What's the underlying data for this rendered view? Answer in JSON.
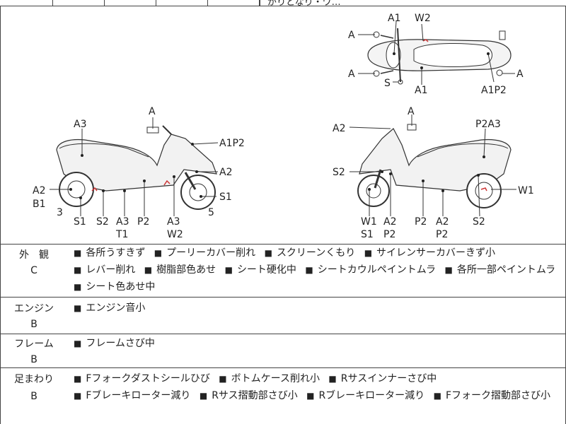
{
  "header_fragment": "がりとなり・ワ…",
  "diagram": {
    "top_view": {
      "labels": [
        "A1",
        "W2",
        "A",
        "A",
        "S",
        "A1",
        "A1P2",
        "A"
      ]
    },
    "left_view": {
      "labels": [
        "A3",
        "A",
        "A1P2",
        "A2",
        "S1",
        "A2",
        "B1",
        "3",
        "S1",
        "S2",
        "A3",
        "T1",
        "P2",
        "A3",
        "W2",
        "5"
      ]
    },
    "right_view": {
      "labels": [
        "A",
        "A2",
        "P2A3",
        "S2",
        "W1",
        "W1",
        "S1",
        "A2",
        "P2",
        "P2",
        "A2",
        "P2",
        "S2"
      ]
    }
  },
  "sections": [
    {
      "name": "外　観",
      "grade": "C",
      "items": [
        "各所うすきず",
        "プーリーカバー削れ",
        "スクリーンくもり",
        "サイレンサーカバーきず小",
        "レバー削れ",
        "樹脂部色あせ",
        "シート硬化中",
        "シートカウルペイントムラ",
        "各所一部ペイントムラ",
        "シート色あせ中"
      ]
    },
    {
      "name": "エンジン",
      "grade": "B",
      "items": [
        "エンジン音小"
      ]
    },
    {
      "name": "フレーム",
      "grade": "B",
      "items": [
        "フレームさび中"
      ]
    },
    {
      "name": "足まわり",
      "grade": "B",
      "items": [
        "Fフォークダストシールひび",
        "ボトムケース削れ小",
        "Rサスインナーさび中",
        "Fブレーキローター減り",
        "Rサス摺動部さび小",
        "Rブレーキローター減り",
        "Fフォーク摺動部さび小"
      ]
    }
  ],
  "bullet": "■"
}
